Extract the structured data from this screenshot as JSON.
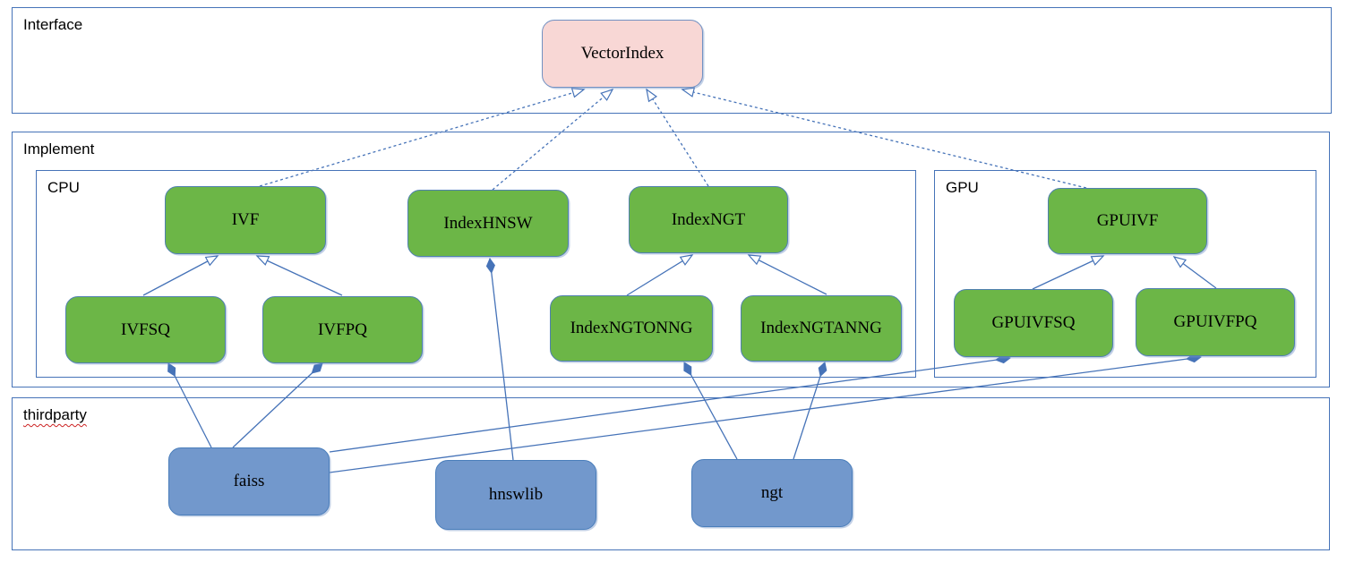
{
  "diagram": {
    "colors": {
      "container_border": "#4673b8",
      "edge": "#4673b8",
      "node_green": "#6cb647",
      "node_green_border": "#5080b0",
      "node_pink": "#f8d7d5",
      "node_pink_border": "#7291c2",
      "node_blue": "#7298cc",
      "node_blue_border": "#4a7ebb",
      "squiggle": "#cc2222"
    },
    "containers": {
      "interface": {
        "label": "Interface"
      },
      "implement": {
        "label": "Implement"
      },
      "cpu": {
        "label": "CPU"
      },
      "gpu": {
        "label": "GPU"
      },
      "thirdparty": {
        "label": "thirdparty"
      }
    },
    "nodes": {
      "vectorindex": {
        "label": "VectorIndex"
      },
      "ivf": {
        "label": "IVF"
      },
      "indexhnsw": {
        "label": "IndexHNSW"
      },
      "indexngt": {
        "label": "IndexNGT"
      },
      "ivfsq": {
        "label": "IVFSQ"
      },
      "ivfpq": {
        "label": "IVFPQ"
      },
      "indexngtonng": {
        "label": "IndexNGTONNG"
      },
      "indexngtanng": {
        "label": "IndexNGTANNG"
      },
      "gpuivf": {
        "label": "GPUIVF"
      },
      "gpuivfsq": {
        "label": "GPUIVFSQ"
      },
      "gpuivfpq": {
        "label": "GPUIVFPQ"
      },
      "faiss": {
        "label": "faiss"
      },
      "hnswlib": {
        "label": "hnswlib"
      },
      "ngt": {
        "label": "ngt"
      }
    },
    "edges": [
      {
        "from": "IVF",
        "to": "VectorIndex",
        "type": "realization"
      },
      {
        "from": "IndexHNSW",
        "to": "VectorIndex",
        "type": "realization"
      },
      {
        "from": "IndexNGT",
        "to": "VectorIndex",
        "type": "realization"
      },
      {
        "from": "GPUIVF",
        "to": "VectorIndex",
        "type": "realization"
      },
      {
        "from": "IVFSQ",
        "to": "IVF",
        "type": "generalization"
      },
      {
        "from": "IVFPQ",
        "to": "IVF",
        "type": "generalization"
      },
      {
        "from": "IndexNGTONNG",
        "to": "IndexNGT",
        "type": "generalization"
      },
      {
        "from": "IndexNGTANNG",
        "to": "IndexNGT",
        "type": "generalization"
      },
      {
        "from": "GPUIVFSQ",
        "to": "GPUIVF",
        "type": "generalization"
      },
      {
        "from": "GPUIVFPQ",
        "to": "GPUIVF",
        "type": "generalization"
      },
      {
        "from": "faiss",
        "to": "IVFSQ",
        "type": "composition"
      },
      {
        "from": "faiss",
        "to": "IVFPQ",
        "type": "composition"
      },
      {
        "from": "faiss",
        "to": "GPUIVFSQ",
        "type": "composition"
      },
      {
        "from": "faiss",
        "to": "GPUIVFPQ",
        "type": "composition"
      },
      {
        "from": "hnswlib",
        "to": "IndexHNSW",
        "type": "composition"
      },
      {
        "from": "ngt",
        "to": "IndexNGTONNG",
        "type": "composition"
      },
      {
        "from": "ngt",
        "to": "IndexNGTANNG",
        "type": "composition"
      }
    ]
  }
}
